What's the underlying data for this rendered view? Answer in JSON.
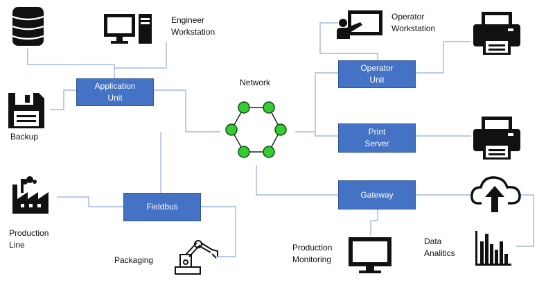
{
  "colors": {
    "box_fill": "#4472c4",
    "wire": "#8faadc",
    "node": "#33cc33"
  },
  "nodes": {
    "application_unit": "Application\nUnit",
    "fieldbus": "Fieldbus",
    "operator_unit": "Operator\nUnit",
    "print_server": "Print\nServer",
    "gateway": "Gateway"
  },
  "labels": {
    "engineer_workstation": "Engineer\nWorkstation",
    "operator_workstation": "Operator\nWorkstation",
    "network": "Network",
    "backup": "Backup",
    "production_line": "Production\nLine",
    "packaging": "Packaging",
    "production_monitoring": "Production\nMonitoring",
    "data_analitics": "Data\nAnalitics"
  },
  "icons": [
    "database-icon",
    "desktop-computer-icon",
    "floppy-disk-icon",
    "factory-icon",
    "robot-arm-icon",
    "presentation-board-icon",
    "printer-icon",
    "cloud-upload-icon",
    "monitor-icon",
    "bar-chart-icon",
    "network-hexagon-icon"
  ]
}
